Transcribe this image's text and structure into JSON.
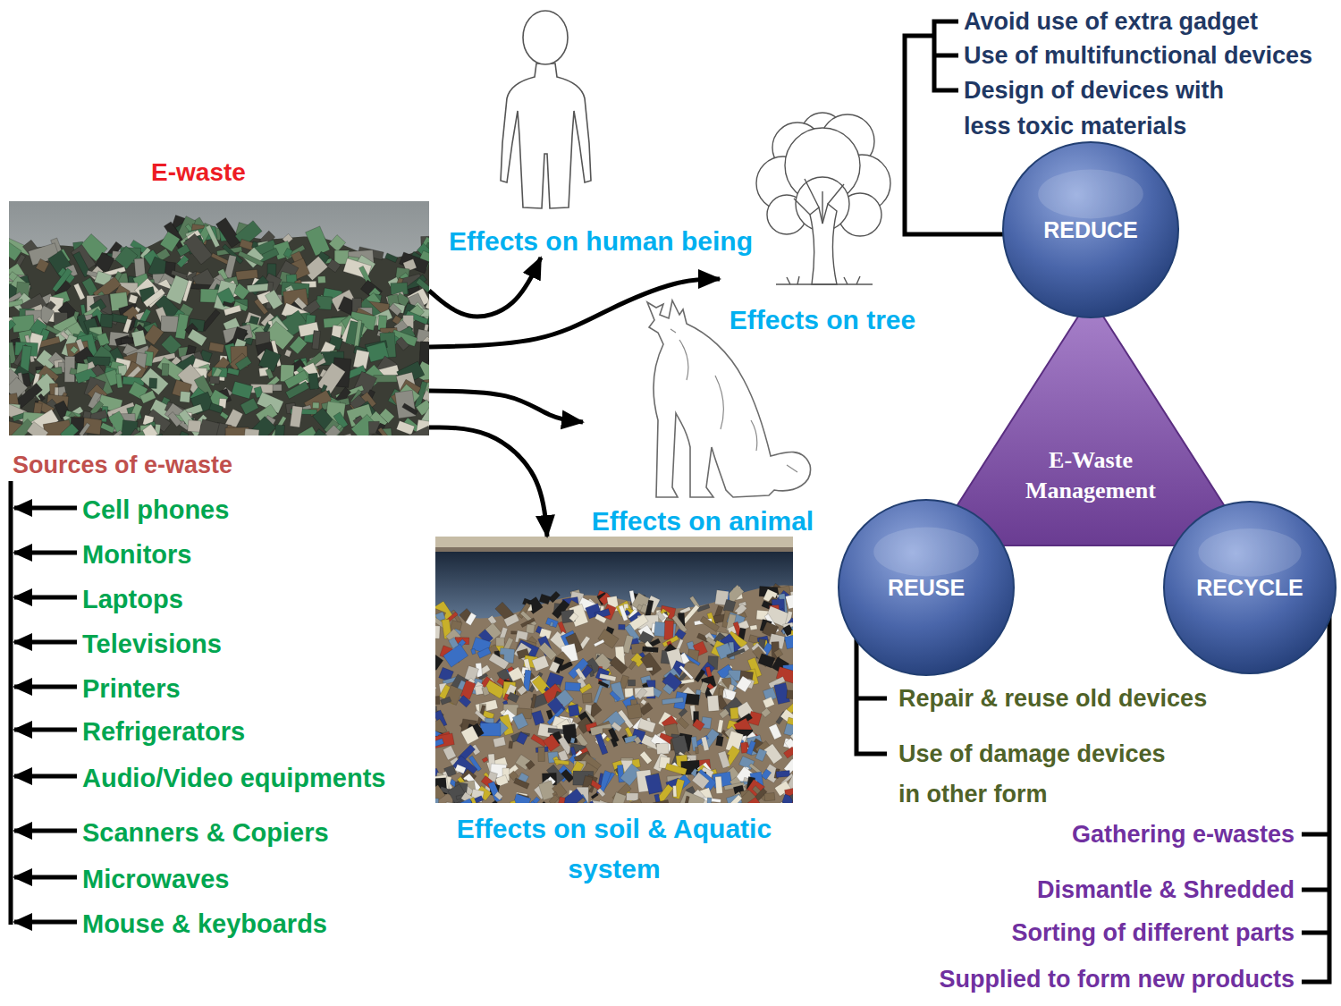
{
  "diagram": {
    "nodes": [
      {
        "text": [
          "E-waste"
        ]
      },
      {
        "text": [
          "Effects on human being"
        ]
      },
      {
        "text": [
          "Effects on tree"
        ]
      },
      {
        "text": [
          "Effects on animal"
        ]
      },
      {
        "text": [
          "Effects on soil & Aquatic system"
        ]
      },
      {
        "text": [
          "E-Waste Management"
        ]
      },
      {
        "text": [
          "REDUCE"
        ]
      },
      {
        "text": [
          "REUSE"
        ]
      },
      {
        "text": [
          "RECYCLE"
        ]
      }
    ],
    "edges": [
      {
        "from": 0,
        "to": 1,
        "arrow": "to"
      },
      {
        "from": 0,
        "to": 2,
        "arrow": "to"
      },
      {
        "from": 0,
        "to": 3,
        "arrow": "to"
      },
      {
        "from": 0,
        "to": 4,
        "arrow": "to"
      }
    ],
    "labels": [
      "Sources of e-waste",
      "Cell phones",
      "Monitors",
      "Laptops",
      "Televisions",
      "Printers",
      "Refrigerators",
      "Audio/Video equipments",
      "Scanners & Copiers",
      "Microwaves",
      "Mouse & keyboards",
      "Avoid use of extra gadget",
      "Use of multifunctional devices",
      "Design of devices with less toxic materials",
      "Repair & reuse old devices",
      "Use of damage devices in other form",
      "Gathering e-wastes",
      "Dismantle & Shredded",
      "Sorting of different parts",
      "Supplied to form new products"
    ]
  }
}
